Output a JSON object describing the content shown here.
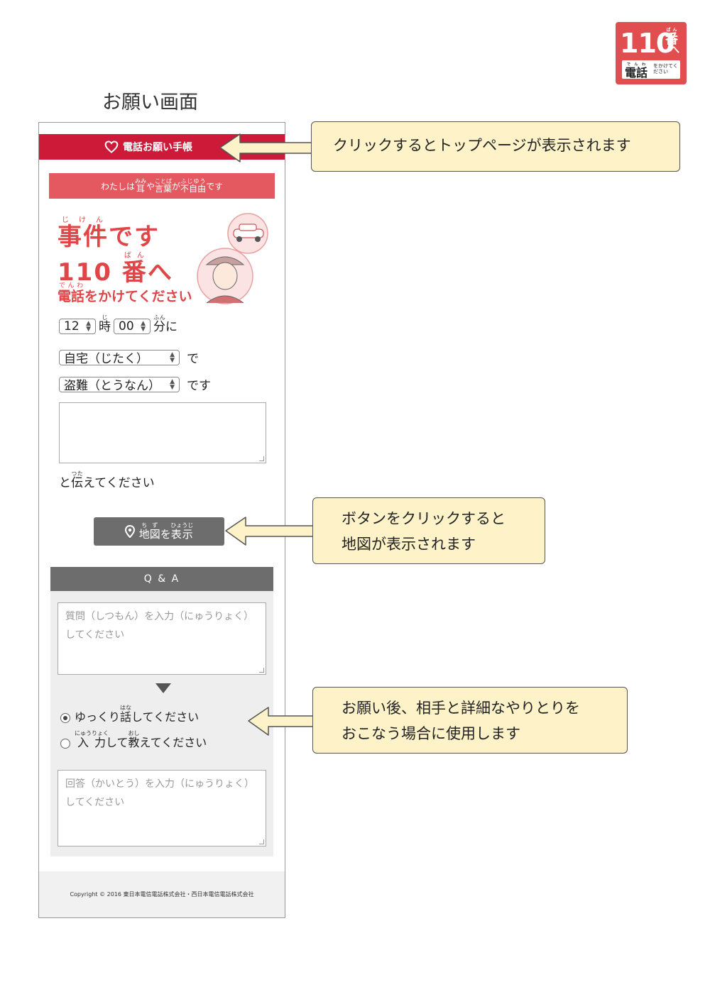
{
  "badge": {
    "number": "110",
    "ban": "番",
    "ban_ruby": "ばん",
    "he": "へ",
    "denwa": "電話",
    "denwa_ruby": "でんわ",
    "kakete": "をかけてください"
  },
  "page_heading": "お願い画面",
  "app": {
    "header_title": "電話お願い手帳",
    "disability_notice": {
      "p1": "わたしは",
      "mimi": "耳",
      "mimi_r": "みみ",
      "p2": "や",
      "kotoba": "言葉",
      "kotoba_r": "ことば",
      "p3": "が",
      "fujiyu": "不自由",
      "fujiyu_r": "ふじゆう",
      "p4": "です"
    },
    "headline1": {
      "jiken": "事件",
      "jiken_r": "じけん",
      "rest": "です"
    },
    "headline2": {
      "num": "110",
      "ban": "番",
      "ban_r": "ばん",
      "rest": "へ"
    },
    "headline3": {
      "denwa": "電話",
      "denwa_r": "でんわ",
      "rest": "をかけてください"
    },
    "time": {
      "hour": "12",
      "ji": "時",
      "ji_r": "じ",
      "minute": "00",
      "fun": "分",
      "fun_r": "ふん",
      "ni": "に"
    },
    "place": {
      "value": "自宅（じたく）",
      "suffix": "で"
    },
    "incident": {
      "value": "盗難（とうなん）",
      "suffix": "です"
    },
    "tell": {
      "tsuta": "伝",
      "tsuta_r": "つた",
      "p1": "と",
      "p2": "えてください"
    },
    "map_button": {
      "chizu": "地図",
      "chizu_r": "ちず",
      "wo": "を",
      "hyouji": "表示",
      "hyouji_r": "ひょうじ"
    },
    "qa": {
      "title": "Q & A",
      "question_placeholder": "質問（しつもん）を入力（にゅうりょく）してください",
      "option1": {
        "p1": "ゆっくり",
        "hana": "話",
        "hana_r": "はな",
        "p2": "してください",
        "selected": true
      },
      "option2": {
        "nyu": "入力",
        "nyu_r": "にゅうりょく",
        "p1": "して",
        "oshi": "教",
        "oshi_r": "おし",
        "p2": "えてください",
        "selected": false
      },
      "answer_placeholder": "回答（かいとう）を入力（にゅうりょく）してください"
    },
    "footer": "Copyright © 2016 東日本電信電話株式会社・西日本電信電話株式会社"
  },
  "callouts": {
    "top": "クリックするとトップページが表示されます",
    "map": [
      "ボタンをクリックすると",
      "地図が表示されます"
    ],
    "qa": [
      "お願い後、相手と詳細なやりとりを",
      "おこなう場合に使用します"
    ]
  },
  "colors": {
    "header_red": "#cd1a38",
    "notice_red": "#e45860",
    "headline_red": "#e04548",
    "button_gray": "#6d6d6d",
    "callout_bg": "#fdf2c8"
  }
}
